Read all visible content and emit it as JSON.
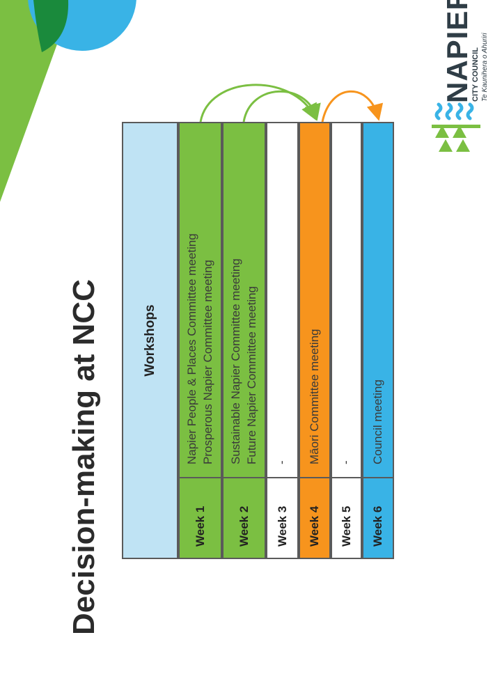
{
  "slide": {
    "title": "Decision-making at NCC",
    "workshops_label": "Workshops"
  },
  "weeks": [
    {
      "label": "Week 1",
      "lines": [
        "Napier People & Places Committee meeting",
        "Prosperous Napier Committee meeting"
      ]
    },
    {
      "label": "Week 2",
      "lines": [
        "Sustainable Napier Committee meeting",
        "Future Napier Committee meeting"
      ]
    },
    {
      "label": "Week 3",
      "lines": [
        "-"
      ]
    },
    {
      "label": "Week 4",
      "lines": [
        "Māori Committee meeting"
      ]
    },
    {
      "label": "Week 5",
      "lines": [
        "-"
      ]
    },
    {
      "label": "Week 6",
      "lines": [
        "Council meeting"
      ]
    }
  ],
  "logo": {
    "name": "NAPIER",
    "subtitle": "CITY COUNCIL",
    "tagline": "Te Kaunihera o Ahuriri"
  },
  "colors": {
    "green": "#7bbf42",
    "orange": "#f7941d",
    "blue": "#39b3e6",
    "light_blue": "#bfe3f4",
    "dark_green": "#1a8a3c"
  }
}
